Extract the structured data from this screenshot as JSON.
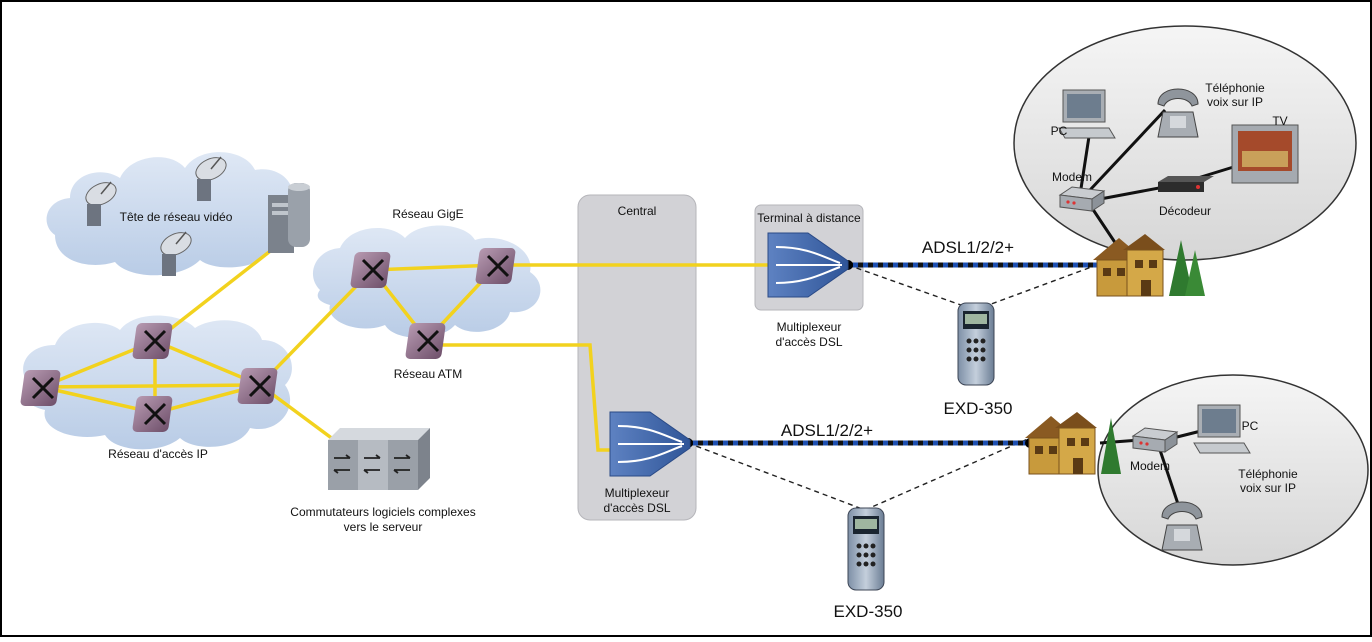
{
  "colors": {
    "link": "#f2d21e",
    "cloud": "#c9d8ec",
    "central": "#cfcfd3",
    "router": "#8a6b86",
    "mux": "#4d72b3",
    "dsl_blue": "#1e4fb0",
    "house": "#c89a3c"
  },
  "labels": {
    "video_head": "Tête de réseau vidéo",
    "ip_access": "Réseau d'accès IP",
    "gige": "Réseau GigE",
    "atm": "Réseau ATM",
    "softswitch_1": "Commutateurs logiciels complexes",
    "softswitch_2": "vers le serveur",
    "central": "Central",
    "remote_terminal": "Terminal à distance",
    "mux_top_1": "Multiplexeur",
    "mux_top_2": "d'accès DSL",
    "mux_bot_1": "Multiplexeur",
    "mux_bot_2": "d'accès DSL",
    "adsl_top": "ADSL1/2/2+",
    "adsl_bot": "ADSL1/2/2+",
    "exd_top": "EXD-350",
    "exd_bot": "EXD-350",
    "home_top": {
      "pc": "PC",
      "voip_1": "Téléphonie",
      "voip_2": "voix sur IP",
      "tv": "TV",
      "modem": "Modem",
      "decoder": "Décodeur"
    },
    "home_bot": {
      "pc": "PC",
      "modem": "Modem",
      "voip_1": "Téléphonie",
      "voip_2": "voix sur IP"
    }
  }
}
